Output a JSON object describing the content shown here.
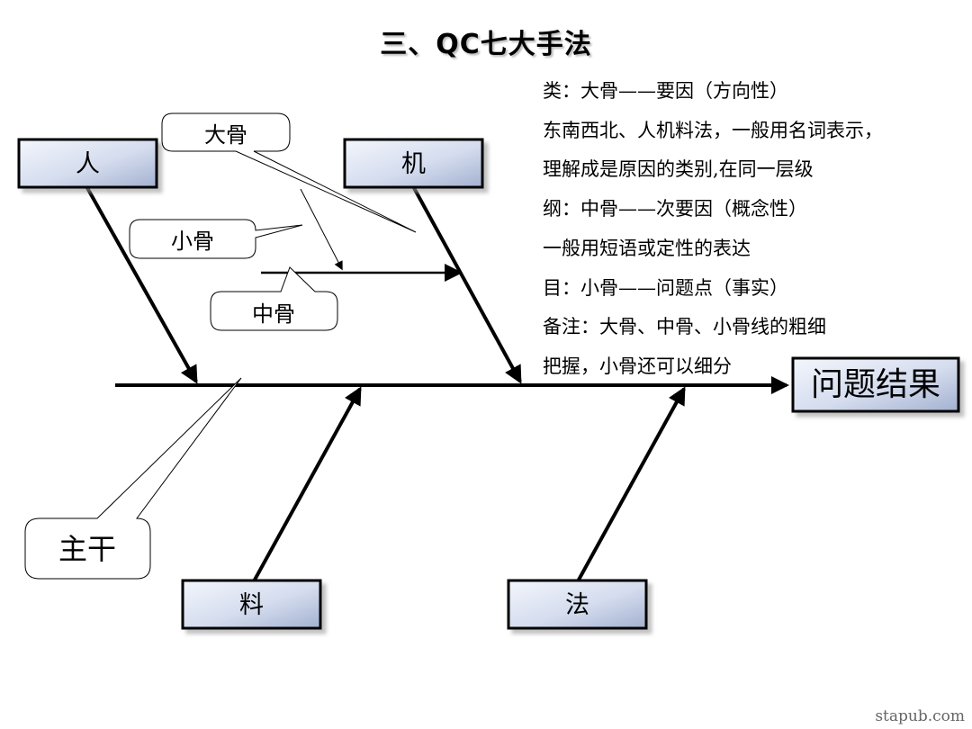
{
  "title": "三、QC七大手法",
  "categories": {
    "ren": "人",
    "ji": "机",
    "liao": "料",
    "fa": "法"
  },
  "result": "问题结果",
  "callouts": {
    "da_gu": "大骨",
    "xiao_gu": "小骨",
    "zhong_gu": "中骨",
    "zhu_gan": "主干"
  },
  "notes": [
    "类：大骨——要因（方向性）",
    "东南西北、人机料法，一般用名词表示，",
    "理解成是原因的类别,在同一层级",
    "纲：中骨——次要因（概念性）",
    "一般用短语或定性的表达",
    "目：小骨——问题点（事实）",
    "备注：大骨、中骨、小骨线的粗细",
    "把握，小骨还可以细分"
  ],
  "watermark": "stapub.com",
  "colors": {
    "box_fill_light": "#eef2fa",
    "box_fill_dark": "#a9b6d3",
    "line": "#000000",
    "shadow": "#bfbfbf"
  }
}
